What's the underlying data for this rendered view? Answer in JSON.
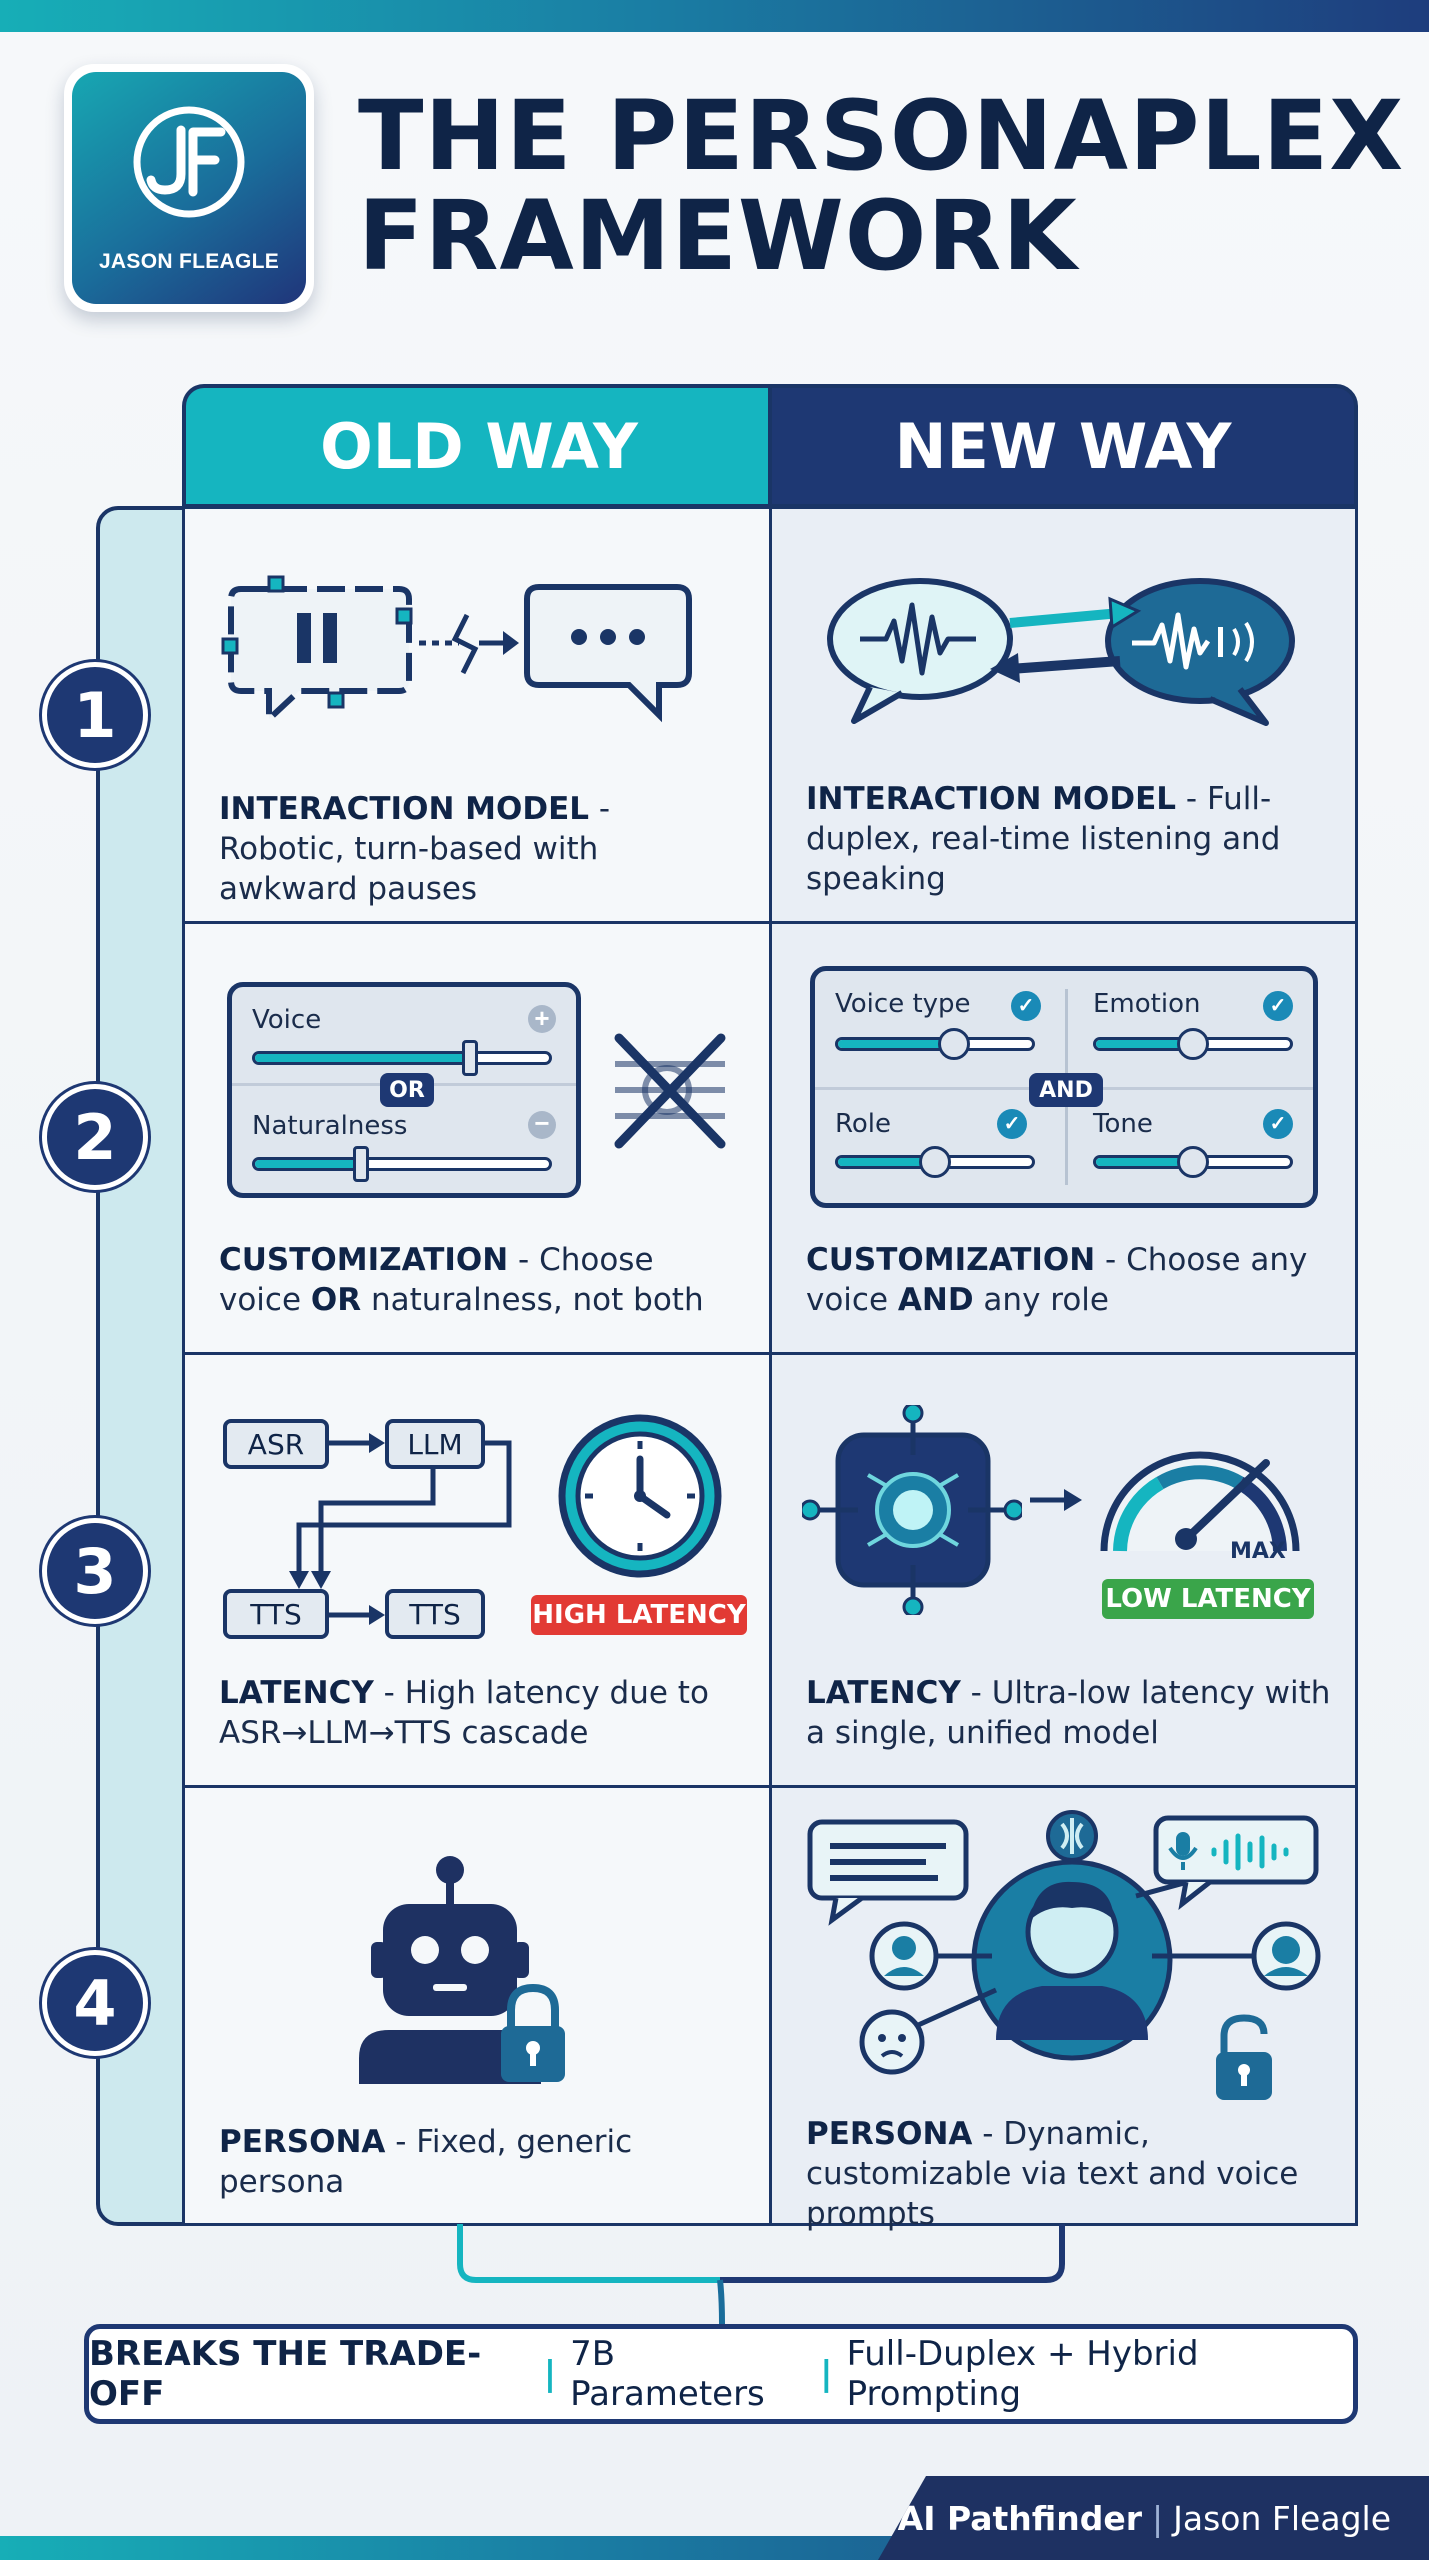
{
  "logo": {
    "text": "JASON FLEAGLE",
    "monogram": "JF"
  },
  "title": {
    "line1": "THE PERSONAPLEX",
    "line2": "FRAMEWORK"
  },
  "headers": {
    "old": "OLD WAY",
    "new": "NEW WAY"
  },
  "rows": [
    {
      "number": "1",
      "old": {
        "label": "INTERACTION MODEL",
        "desc": " - Robotic, turn-based with awkward pauses"
      },
      "new": {
        "label": "INTERACTION MODEL",
        "desc": " - Full-duplex, real-time listening and speaking"
      }
    },
    {
      "number": "2",
      "old": {
        "label": "CUSTOMIZATION",
        "desc_a": " - Choose voice ",
        "emph": "OR",
        "desc_b": " naturalness, not both"
      },
      "new": {
        "label": "CUSTOMIZATION",
        "desc_a": " - Choose any voice ",
        "emph": "AND",
        "desc_b": " any role"
      },
      "old_panel": {
        "voice": "Voice",
        "or": "OR",
        "naturalness": "Naturalness",
        "voice_level": 0.73,
        "naturalness_level": 0.36
      },
      "new_panel": {
        "voice_type": "Voice type",
        "emotion": "Emotion",
        "and": "AND",
        "role": "Role",
        "tone": "Tone",
        "voice_type_level": 0.6,
        "emotion_level": 0.5,
        "role_level": 0.5,
        "tone_level": 0.5
      }
    },
    {
      "number": "3",
      "old": {
        "label": "LATENCY",
        "desc": " - High latency due to ASR→LLM→TTS cascade"
      },
      "new": {
        "label": "LATENCY",
        "desc": " - Ultra-low latency with a single, unified model"
      },
      "pipeline": {
        "asr": "ASR",
        "llm": "LLM",
        "tts1": "TTS",
        "tts2": "TTS"
      },
      "high_latency": "HIGH LATENCY",
      "gauge_label": "MAX",
      "low_latency": "LOW LATENCY",
      "colors": {
        "high": "#e23a34",
        "low": "#3aa54a"
      }
    },
    {
      "number": "4",
      "old": {
        "label": "PERSONA",
        "desc": " - Fixed, generic persona"
      },
      "new": {
        "label": "PERSONA",
        "desc": " - Dynamic, customizable via text and voice prompts"
      }
    }
  ],
  "banner": {
    "part1": "BREAKS THE TRADE-OFF",
    "sep": "|",
    "part2": "7B Parameters",
    "part3": "Full-Duplex + Hybrid Prompting"
  },
  "footer": {
    "brand": "AI Pathfinder",
    "sep": "|",
    "author": "Jason Fleagle"
  },
  "colors": {
    "navy": "#1e3873",
    "teal": "#15b5c0",
    "dark": "#0f2447"
  }
}
